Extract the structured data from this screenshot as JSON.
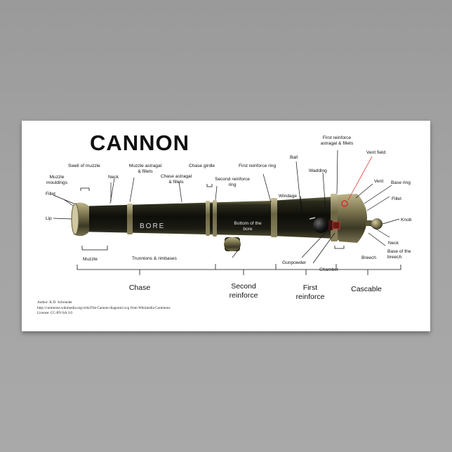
{
  "title": "CANNON",
  "bore_label": "BORE",
  "part_labels": {
    "first_reinforce_astragal": [
      "First reinforce",
      "astragal & fillets"
    ],
    "vent_field": "Vent field",
    "swell_of_muzzle": "Swell of muzzle",
    "muzzle_astragal": [
      "Muzzle astragal",
      "& fillets"
    ],
    "chase_girdle": "Chase girdle",
    "first_reinforce_ring": "First reinforce ring",
    "ball": "Ball",
    "wadding": "Wadding",
    "vent": "Vent",
    "base_ring": "Base ring",
    "muzzle_mouldings": [
      "Muzzle",
      "mouldings"
    ],
    "neck_front": "Neck",
    "chase_astragal": [
      "Chase astragal",
      "& fillets"
    ],
    "second_reinforce_ring": [
      "Second reinforce",
      "ring"
    ],
    "fillet_front": "Fillet",
    "fillet_back": "Fillet",
    "windage": "Windage",
    "lip": "Lip",
    "knob": "Knob",
    "bottom_of_bore": [
      "Bottom of the",
      "bore"
    ],
    "neck_back": "Neck",
    "base_of_breech": [
      "Base of the",
      "breech"
    ],
    "muzzle": "Muzzle",
    "trunnions": "Trunnions & rimbases",
    "gunpowder": "Gunpowder",
    "chamber": "Chamber",
    "breech": "Breech"
  },
  "sections": {
    "chase": "Chase",
    "second_reinforce": [
      "Second",
      "reinforce"
    ],
    "first_reinforce": [
      "First",
      "reinforce"
    ],
    "cascable": "Cascable"
  },
  "credits": {
    "author": "Author: K.D. Schroeder",
    "source": "http://commons.wikimedia.org/wiki/File:Cannon-diagram2.svg from Wikimedia Commons",
    "license": "License: CC-BY-SA 3.0"
  },
  "colors": {
    "barrel_dark": "#14140e",
    "barrel_bronze": "#8a8358",
    "vent_line": "#e0191a",
    "background": "#a3a3a3"
  }
}
